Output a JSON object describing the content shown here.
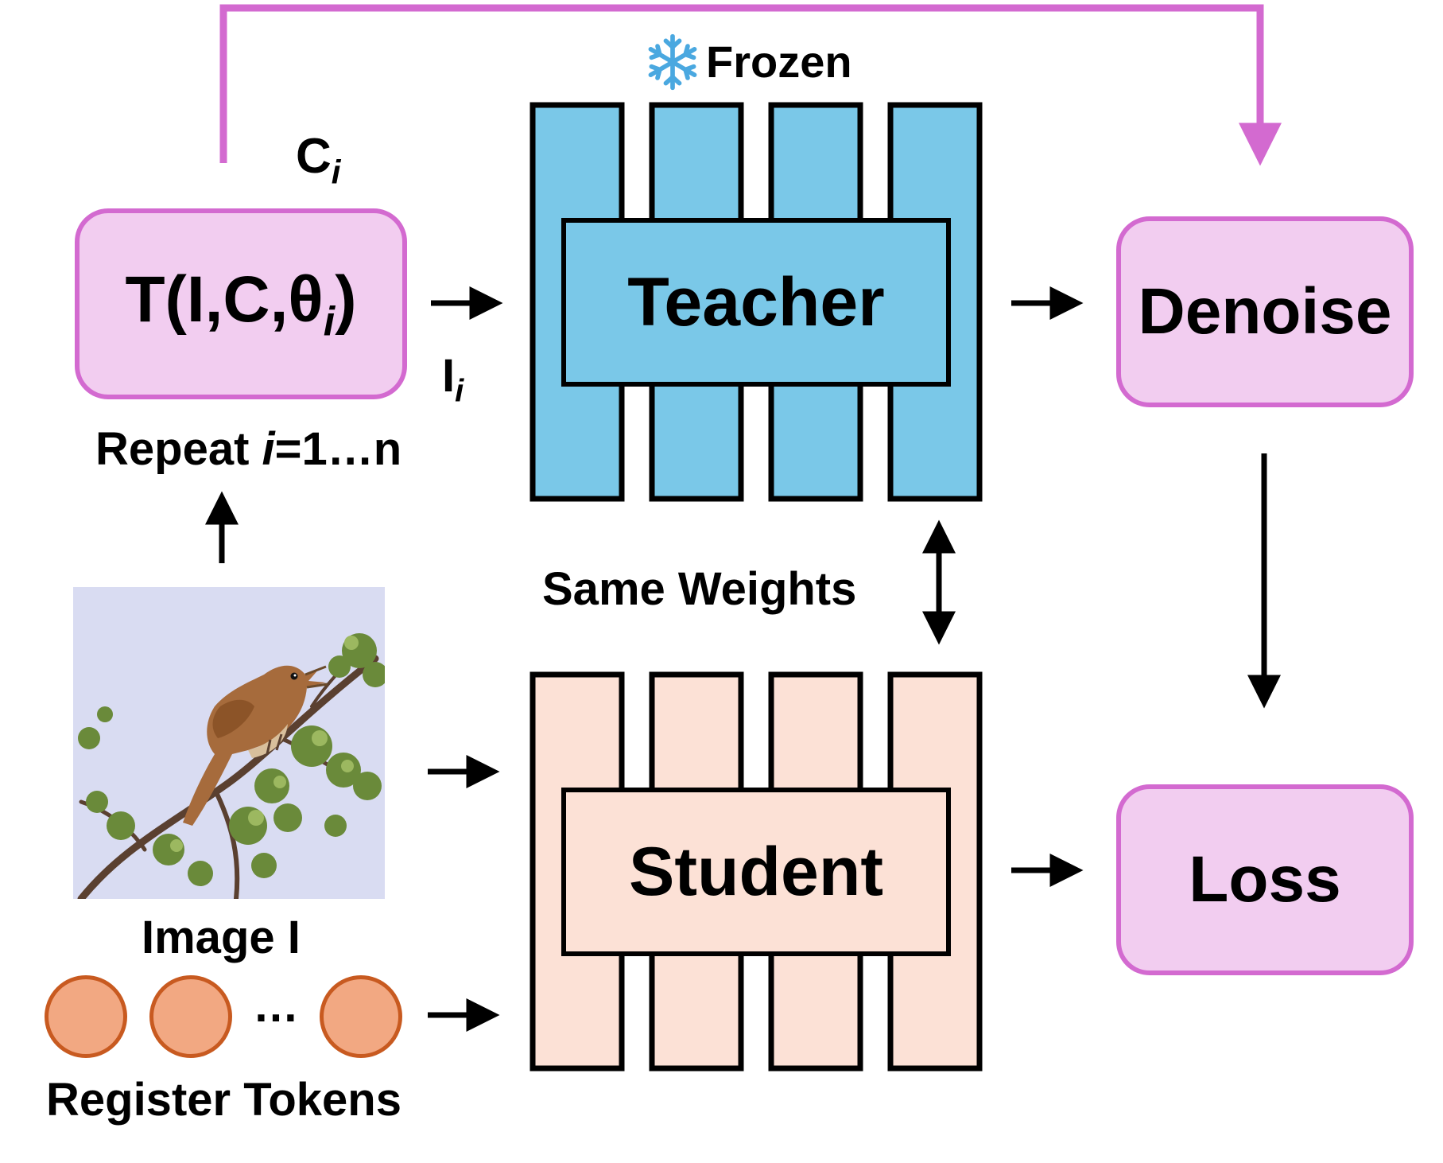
{
  "labels": {
    "frozen": "Frozen",
    "ci_main": "C",
    "ci_sub": "i",
    "transform_main": "T(I,C,θ",
    "transform_sub": "i",
    "transform_close": ")",
    "ii_main": "I",
    "ii_sub": "i",
    "repeat_prefix": "Repeat ",
    "repeat_var": "i",
    "repeat_range": "=1…n",
    "teacher": "Teacher",
    "student": "Student",
    "denoise": "Denoise",
    "loss": "Loss",
    "same_weights": "Same Weights",
    "image": "Image I",
    "ellipsis": "…",
    "register_tokens": "Register Tokens"
  },
  "icons": {
    "frozen": "snowflake-icon"
  },
  "colors": {
    "pink_fill": "#f2cdf0",
    "pink_stroke": "#d36ad0",
    "teacher_fill": "#7ac8e8",
    "student_fill": "#fce1d6",
    "token_fill": "#f2a882",
    "token_stroke": "#c85a20"
  }
}
